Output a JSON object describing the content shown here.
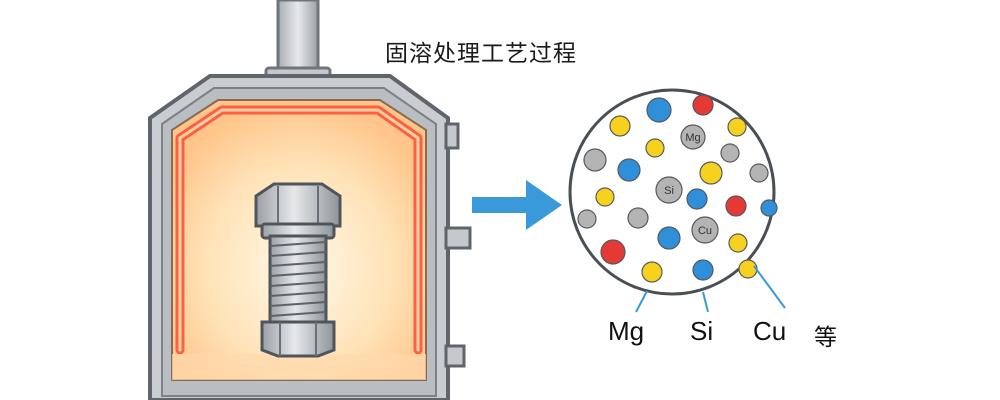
{
  "title": "固溶处理工艺过程",
  "atom_labels": [
    "Mg",
    "Si",
    "Cu"
  ],
  "legend": {
    "mg": "Mg",
    "si": "Si",
    "cu": "Cu",
    "etc": "等"
  },
  "colors": {
    "furnace_body": "#c9cdd1",
    "heating_element": "#ff5a3c",
    "chamber_glow": "#fff3d6",
    "arrow": "#3a9ad9",
    "atom_blue": "#2f8fd8",
    "atom_red": "#e53935",
    "atom_yellow": "#f6d21e",
    "atom_gray": "#b4b4b4"
  },
  "icons": [
    "furnace-icon",
    "bolt-icon",
    "arrow-right-icon",
    "magnifier-circle-icon"
  ]
}
